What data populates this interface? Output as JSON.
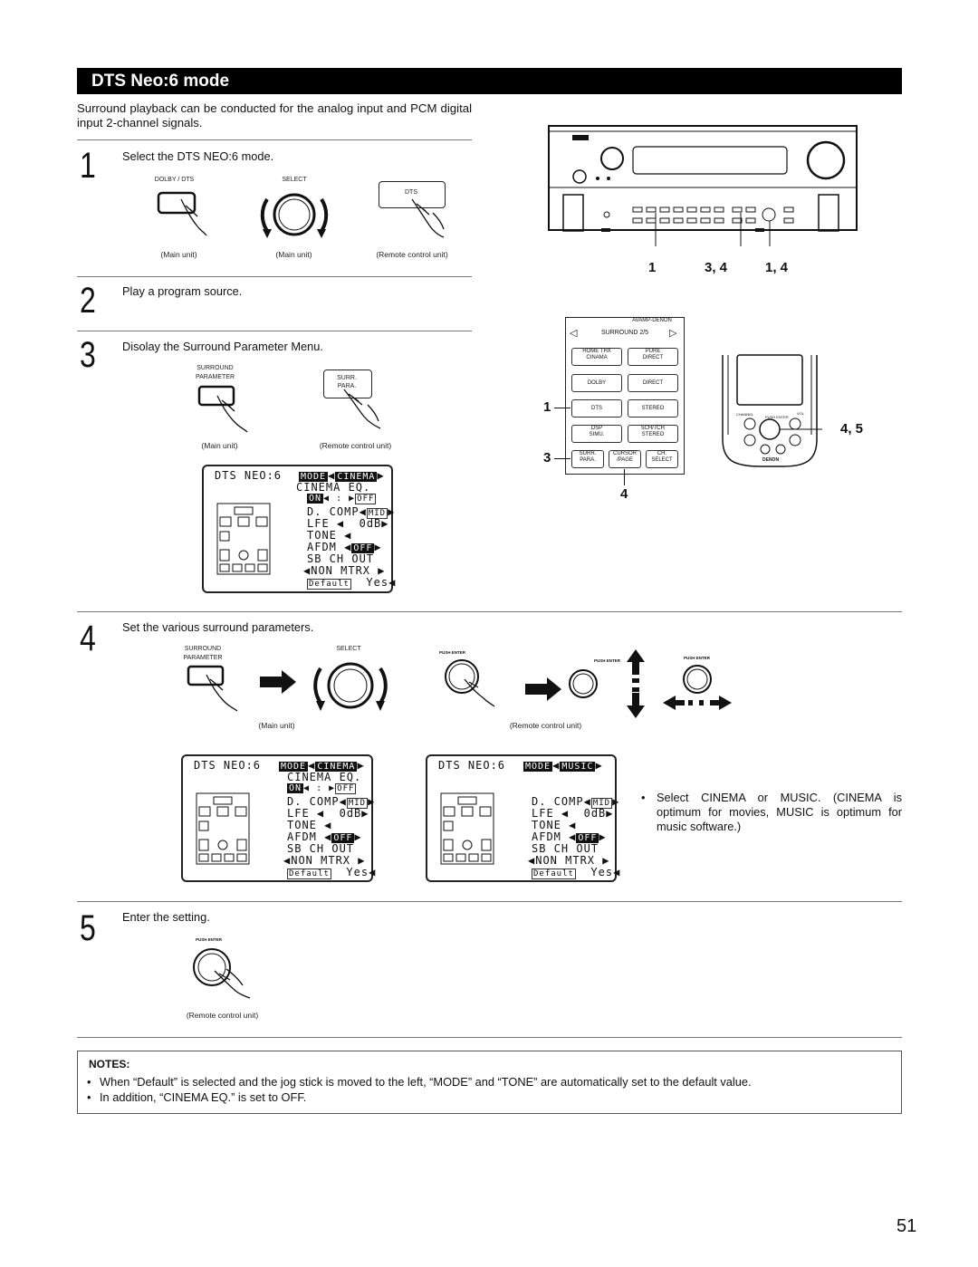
{
  "section": {
    "title": "DTS Neo:6  mode"
  },
  "intro": "Surround playback can be conducted for the analog input and PCM digital input 2-channel signals.",
  "steps": [
    {
      "num": "1",
      "text": "Select the DTS NEO:6 mode.",
      "labels": {
        "dolby_dts": "DOLBY / DTS",
        "select": "SELECT",
        "dts": "DTS"
      },
      "captions": [
        "(Main unit)",
        "(Main unit)",
        "(Remote control unit)"
      ]
    },
    {
      "num": "2",
      "text": "Play a program source."
    },
    {
      "num": "3",
      "text": "Disolay the Surround Parameter Menu.",
      "labels": {
        "surround_parameter_1": "SURROUND",
        "surround_parameter_2": "PARAMETER",
        "surr_para_1": "SURR.",
        "surr_para_2": "PARA."
      },
      "captions": [
        "(Main unit)",
        "(Remote control unit)"
      ]
    },
    {
      "num": "4",
      "text": "Set the various surround parameters.",
      "labels": {
        "surround_parameter_1": "SURROUND",
        "surround_parameter_2": "PARAMETER",
        "select": "SELECT",
        "push_enter": "PUSH ENTER"
      },
      "captions": [
        "(Main unit)",
        "(Remote control unit)"
      ]
    },
    {
      "num": "5",
      "text": "Enter the setting.",
      "labels": {
        "push_enter": "PUSH ENTER"
      },
      "captions": [
        "(Remote control unit)"
      ]
    }
  ],
  "lcd": {
    "title": "DTS NEO:6",
    "mode": "MODE",
    "cinema": "CINEMA",
    "music": "MUSIC",
    "cinema_eq": "CINEMA EQ.",
    "on": "ON",
    "off": "OFF",
    "d_comp": "D. COMP",
    "mid": "MID",
    "lfe": "LFE",
    "zero_db": "0dB",
    "tone": "TONE",
    "afdm": "AFDM",
    "sb_ch_out": "SB CH OUT",
    "non_mtrx": "NON MTRX",
    "default": "Default",
    "yes": "Yes"
  },
  "unit_callouts": {
    "c1": "1",
    "c34": "3, 4",
    "c14": "1, 4"
  },
  "remote": {
    "brand": "AVAMP-DENON",
    "surround_page": "SURROUND 2/5",
    "buttons": [
      [
        "HOME THX",
        "CINAMA"
      ],
      [
        "PURE",
        "DIRECT"
      ],
      [
        "DOLBY",
        ""
      ],
      [
        "DIRECT",
        ""
      ],
      [
        "DTS",
        ""
      ],
      [
        "STEREO",
        ""
      ],
      [
        "DSP",
        "SIMU."
      ],
      [
        "5CH/7CH",
        "STEREO"
      ],
      [
        "SURR.",
        "PARA."
      ],
      [
        "CURSOR",
        "/PAGE"
      ],
      [
        "CH.",
        "SELECT"
      ]
    ],
    "callouts": {
      "c1": "1",
      "c3": "3",
      "c4": "4",
      "c45": "4, 5"
    },
    "panel_labels": {
      "channel": "CHANNEL",
      "push_enter": "PUSH ENTER",
      "vol": "VOL",
      "denon": "DENON"
    }
  },
  "note_text": {
    "cinema_music": "Select CINEMA or MUSIC. (CINEMA is optimum for movies, MUSIC is optimum for music software.)"
  },
  "notes": {
    "heading": "NOTES:",
    "items": [
      "When “Default” is selected and the jog stick is moved to the left, “MODE” and “TONE” are automatically set to the default value.",
      "In addition, “CINEMA EQ.” is set to OFF."
    ]
  },
  "page_number": "51",
  "unit_brand": "DENON"
}
